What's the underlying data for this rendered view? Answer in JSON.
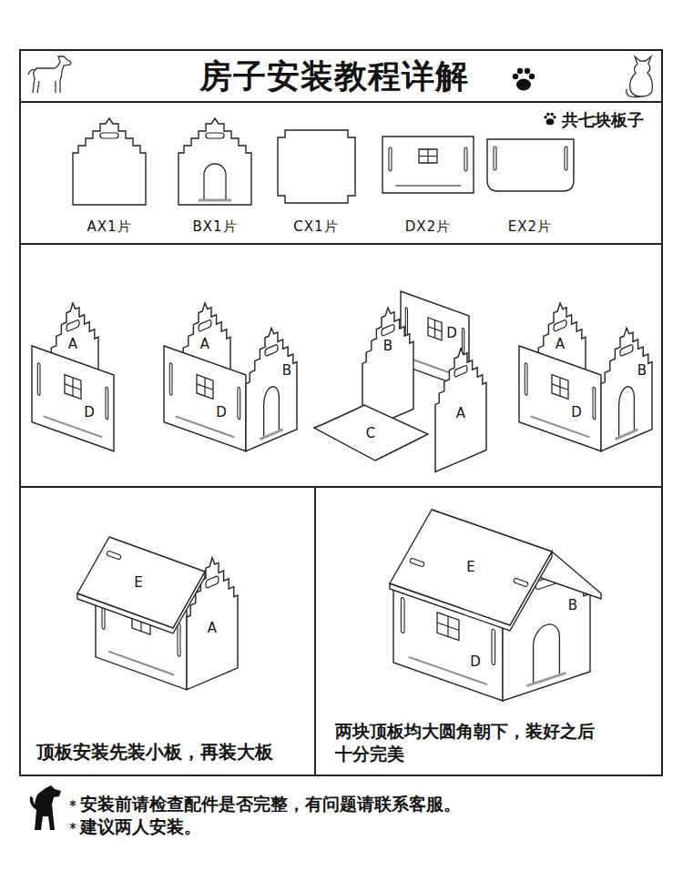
{
  "diagram": {
    "title": "房子安装教程详解",
    "nodes": [
      {
        "text": [
          "共七块板子"
        ]
      },
      {
        "text": [
          "顶板安装先装小板，再装大板"
        ]
      },
      {
        "text": [
          "两块顶板均大圆角朝下，装好之后 十分完美"
        ]
      }
    ],
    "labels": [
      "AX1片",
      "BX1片",
      "CX1片",
      "DX2片",
      "EX2片",
      "A",
      "D",
      "A",
      "B",
      "D",
      "B",
      "D",
      "C",
      "A",
      "A",
      "B",
      "D",
      "E",
      "A",
      "E",
      "B",
      "D",
      "安装前请检查配件是否完整，有问题请联系客服。",
      "建议两人安装。"
    ]
  }
}
